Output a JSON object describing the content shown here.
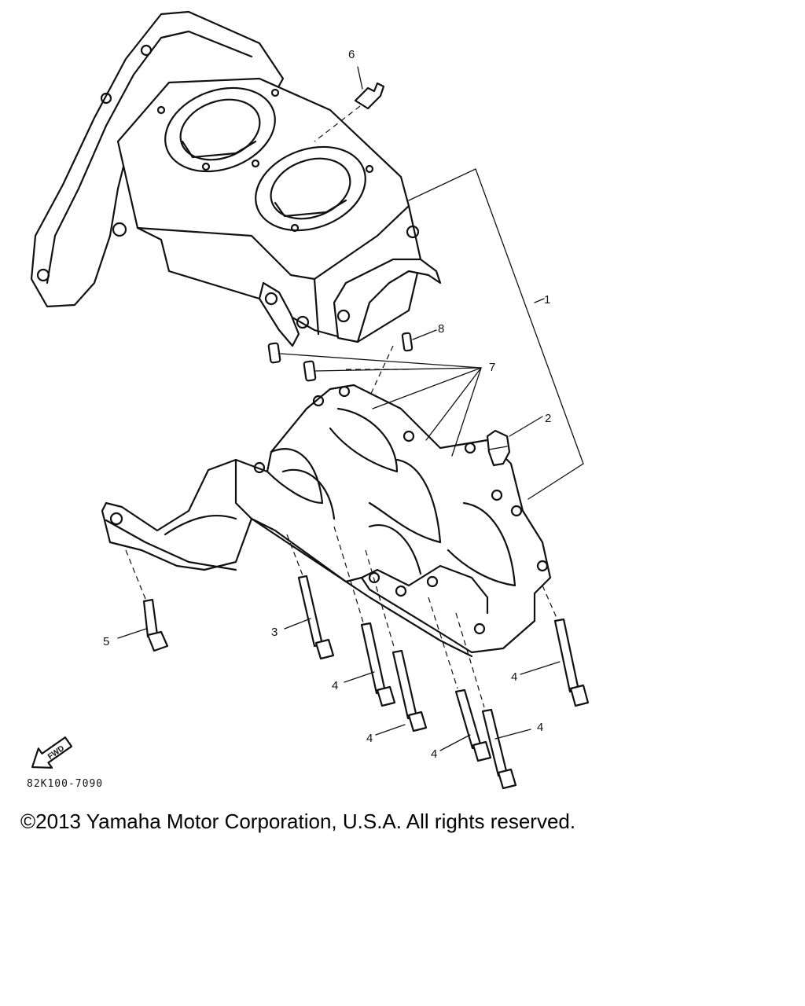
{
  "diagram": {
    "callouts": [
      "1",
      "2",
      "3",
      "4",
      "4",
      "4",
      "4",
      "4",
      "5",
      "6",
      "7",
      "8"
    ],
    "fwd_label": "FWD",
    "code": "82K100-7090"
  },
  "footer": {
    "copyright": "©2013 Yamaha Motor Corporation, U.S.A. All rights reserved."
  }
}
